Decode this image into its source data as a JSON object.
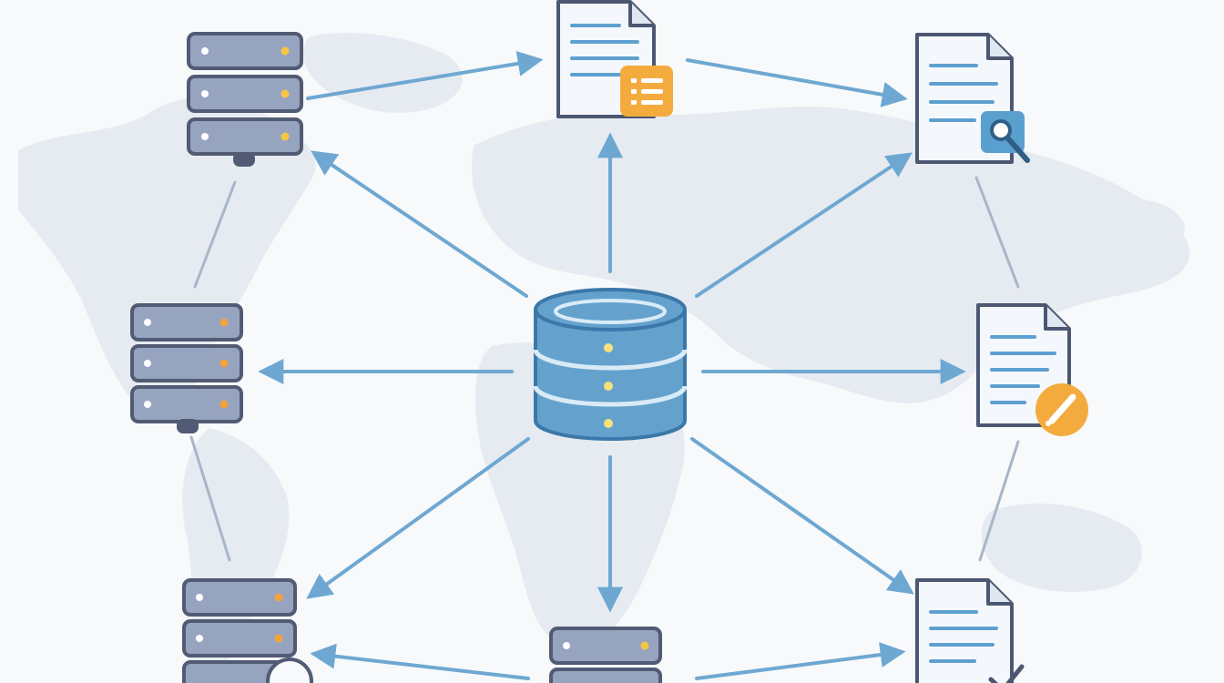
{
  "diagram": {
    "colors": {
      "background": "#f7f9fb",
      "map_land": "#e3e9ef",
      "arrow": "#6ea8d2",
      "link_line": "#a9b6c7",
      "server_body": "#97a4c0",
      "server_outline": "#525b74",
      "server_light": "#ffffff",
      "server_status_light": "#f6c545",
      "central_db": "#64a2cd",
      "central_db_outline": "#3b78a9",
      "central_db_stripe": "#d9ebf7",
      "document_paper": "#f4f8fc",
      "document_outline": "#4c5772",
      "document_lines": "#5da0cf",
      "badge_orange": "#f4ab3d",
      "badge_blue": "#5aa0cf"
    },
    "central_node": {
      "icon": "database-icon"
    },
    "server_nodes": [
      {
        "id": "server-top-left",
        "icon": "server-rack-icon",
        "status_light_color": "#f6c545"
      },
      {
        "id": "server-mid-left",
        "icon": "server-rack-icon",
        "status_light_color": "#f3a33c"
      },
      {
        "id": "server-bottom-left",
        "icon": "server-rack-icon",
        "status_light_color": "#f3a33c"
      },
      {
        "id": "server-bottom-center",
        "icon": "server-rack-icon",
        "status_light_color": "#f6c545"
      }
    ],
    "document_nodes": [
      {
        "id": "document-top-center",
        "icon": "document-icon",
        "badge": "list-icon",
        "badge_color": "#f4ab3d"
      },
      {
        "id": "document-top-right",
        "icon": "document-icon",
        "badge": "magnifier-icon",
        "badge_color": "#5aa0cf"
      },
      {
        "id": "document-mid-right",
        "icon": "document-icon",
        "badge": "pencil-icon",
        "badge_color": "#f4ab3d"
      },
      {
        "id": "document-bottom-right",
        "icon": "document-icon",
        "badge": "checkmark-icon",
        "badge_color": "#5aa0cf"
      }
    ]
  }
}
